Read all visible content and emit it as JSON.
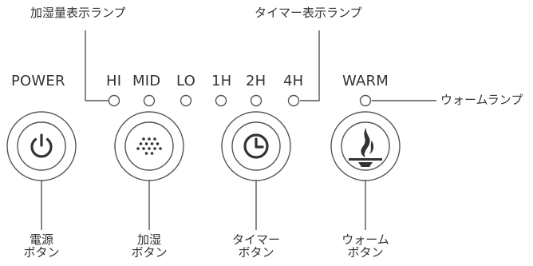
{
  "annotations": {
    "humidity_lamp": "加湿量表示ランプ",
    "timer_lamp": "タイマー表示ランプ",
    "warm_lamp": "ウォームランプ"
  },
  "panel_labels": {
    "power": "POWER",
    "hi": "HI",
    "mid": "MID",
    "lo": "LO",
    "t1": "1H",
    "t2": "2H",
    "t4": "4H",
    "warm": "WARM"
  },
  "buttons": [
    {
      "icon": "power-icon",
      "line1": "電源",
      "line2": "ボタン"
    },
    {
      "icon": "mist-dots-icon",
      "line1": "加湿",
      "line2": "ボタン"
    },
    {
      "icon": "clock-icon",
      "line1": "タイマー",
      "line2": "ボタン"
    },
    {
      "icon": "flame-icon",
      "line1": "ウォーム",
      "line2": "ボタン"
    }
  ],
  "colors": {
    "line": "#555555",
    "text": "#333333"
  }
}
